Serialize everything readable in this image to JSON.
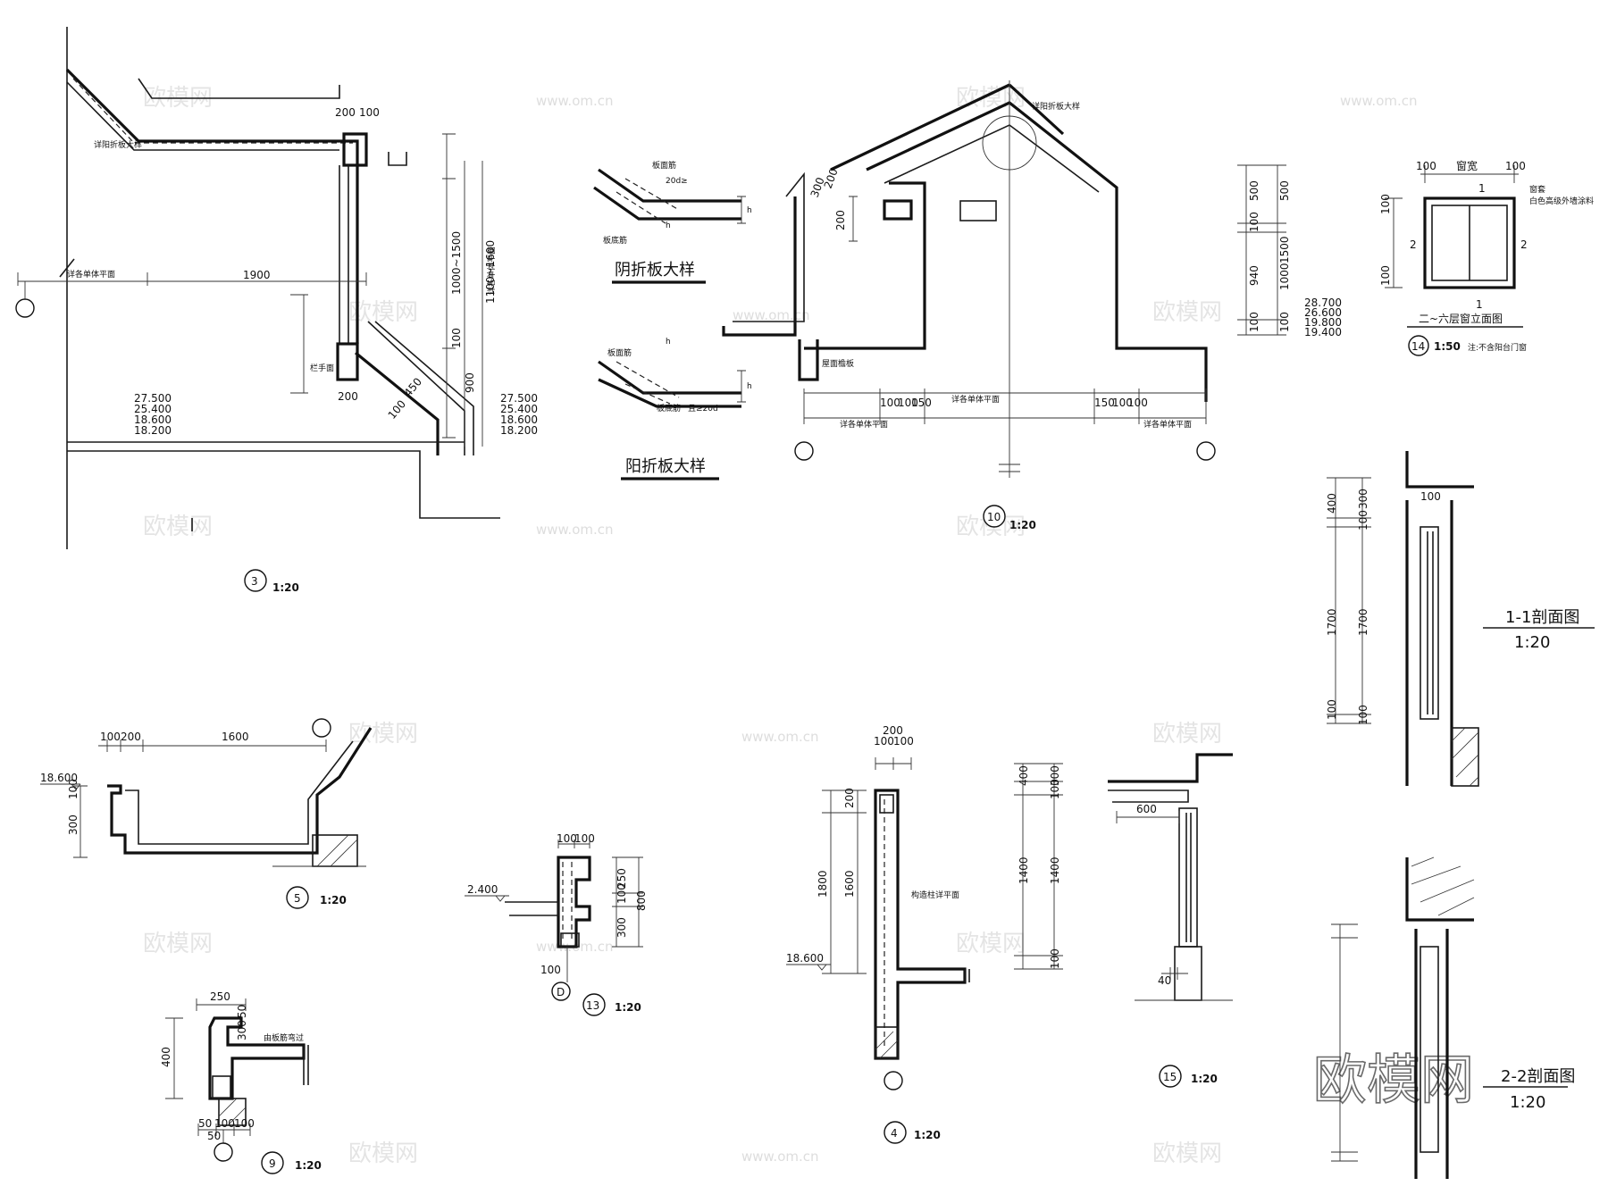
{
  "watermark": {
    "brand": "欧模网",
    "url": "www.om.cn"
  },
  "details": {
    "d3": {
      "num": "3",
      "scale": "1:20",
      "dims": {
        "a": "200",
        "b": "100",
        "c": "1900",
        "d": "200",
        "e": "900",
        "f": "100",
        "g": "1000~1500",
        "h": "1100~1600",
        "i": "450",
        "j": "100"
      },
      "levels": [
        "27.500",
        "25.400",
        "18.600",
        "18.200"
      ],
      "notes": {
        "n1": "详阳折板大样",
        "n2": "详各单体平面",
        "n3": "栏手面",
        "n4": "详各单体平面"
      }
    },
    "yin": {
      "title": "阴折板大样",
      "labels": [
        "板面筋",
        "板底筋",
        "20d≥",
        "h",
        "h"
      ]
    },
    "yang": {
      "title": "阳折板大样",
      "labels": [
        "板面筋",
        "板底筋",
        "且≥20d",
        "h",
        "h"
      ]
    },
    "d10": {
      "num": "10",
      "scale": "1:20",
      "dims": {
        "a": "200",
        "b": "300",
        "c": "200",
        "d": "100",
        "e": "100",
        "f": "150",
        "g": "150",
        "h": "100",
        "i": "100"
      },
      "notes": {
        "n1": "详阳折板大样",
        "n2": "屋面檐板",
        "n3": "详各单体平面",
        "n4": "详各单体平面",
        "n5": "详各单体平面"
      }
    },
    "elev": {
      "dims": [
        "500",
        "500",
        "100",
        "1500",
        "940",
        "1000",
        "100",
        "100"
      ],
      "levels": [
        "28.700",
        "26.600",
        "19.800",
        "19.400"
      ]
    },
    "d14": {
      "num": "14",
      "scale": "1:50",
      "title": "二~六层窗立面图",
      "note": "注:不含阳台门窗",
      "dims": [
        "100",
        "窗宽",
        "100",
        "100",
        "100"
      ],
      "labels": [
        "1",
        "1",
        "2",
        "2",
        "窗套",
        "白色高级外墙涂料"
      ]
    },
    "s11": {
      "title": "1-1剖面图",
      "scale": "1:20",
      "dims": [
        "400",
        "300",
        "100",
        "100",
        "1700",
        "1700",
        "100",
        "100"
      ]
    },
    "s22": {
      "title": "2-2剖面图",
      "scale": "1:20"
    },
    "d5": {
      "num": "5",
      "scale": "1:20",
      "dims": [
        "100",
        "200",
        "1600",
        "300",
        "100"
      ],
      "level": "18.600"
    },
    "d13": {
      "num": "13",
      "scale": "1:20",
      "axis": "D",
      "dims": [
        "100",
        "100",
        "250",
        "100",
        "300",
        "800",
        "100"
      ],
      "level": "2.400"
    },
    "d9": {
      "num": "9",
      "scale": "1:20",
      "dims": [
        "250",
        "400",
        "300",
        "50",
        "50",
        "100",
        "100",
        "50"
      ],
      "note": "由板筋弯过"
    },
    "d4": {
      "num": "4",
      "scale": "1:20",
      "dims": [
        "200",
        "100",
        "100",
        "200",
        "1600",
        "1800"
      ],
      "level": "18.600",
      "note": "构造柱详平面"
    },
    "d15": {
      "num": "15",
      "scale": "1:20",
      "dims": [
        "400",
        "300",
        "100",
        "1400",
        "1400",
        "100",
        "600",
        "40"
      ]
    }
  }
}
